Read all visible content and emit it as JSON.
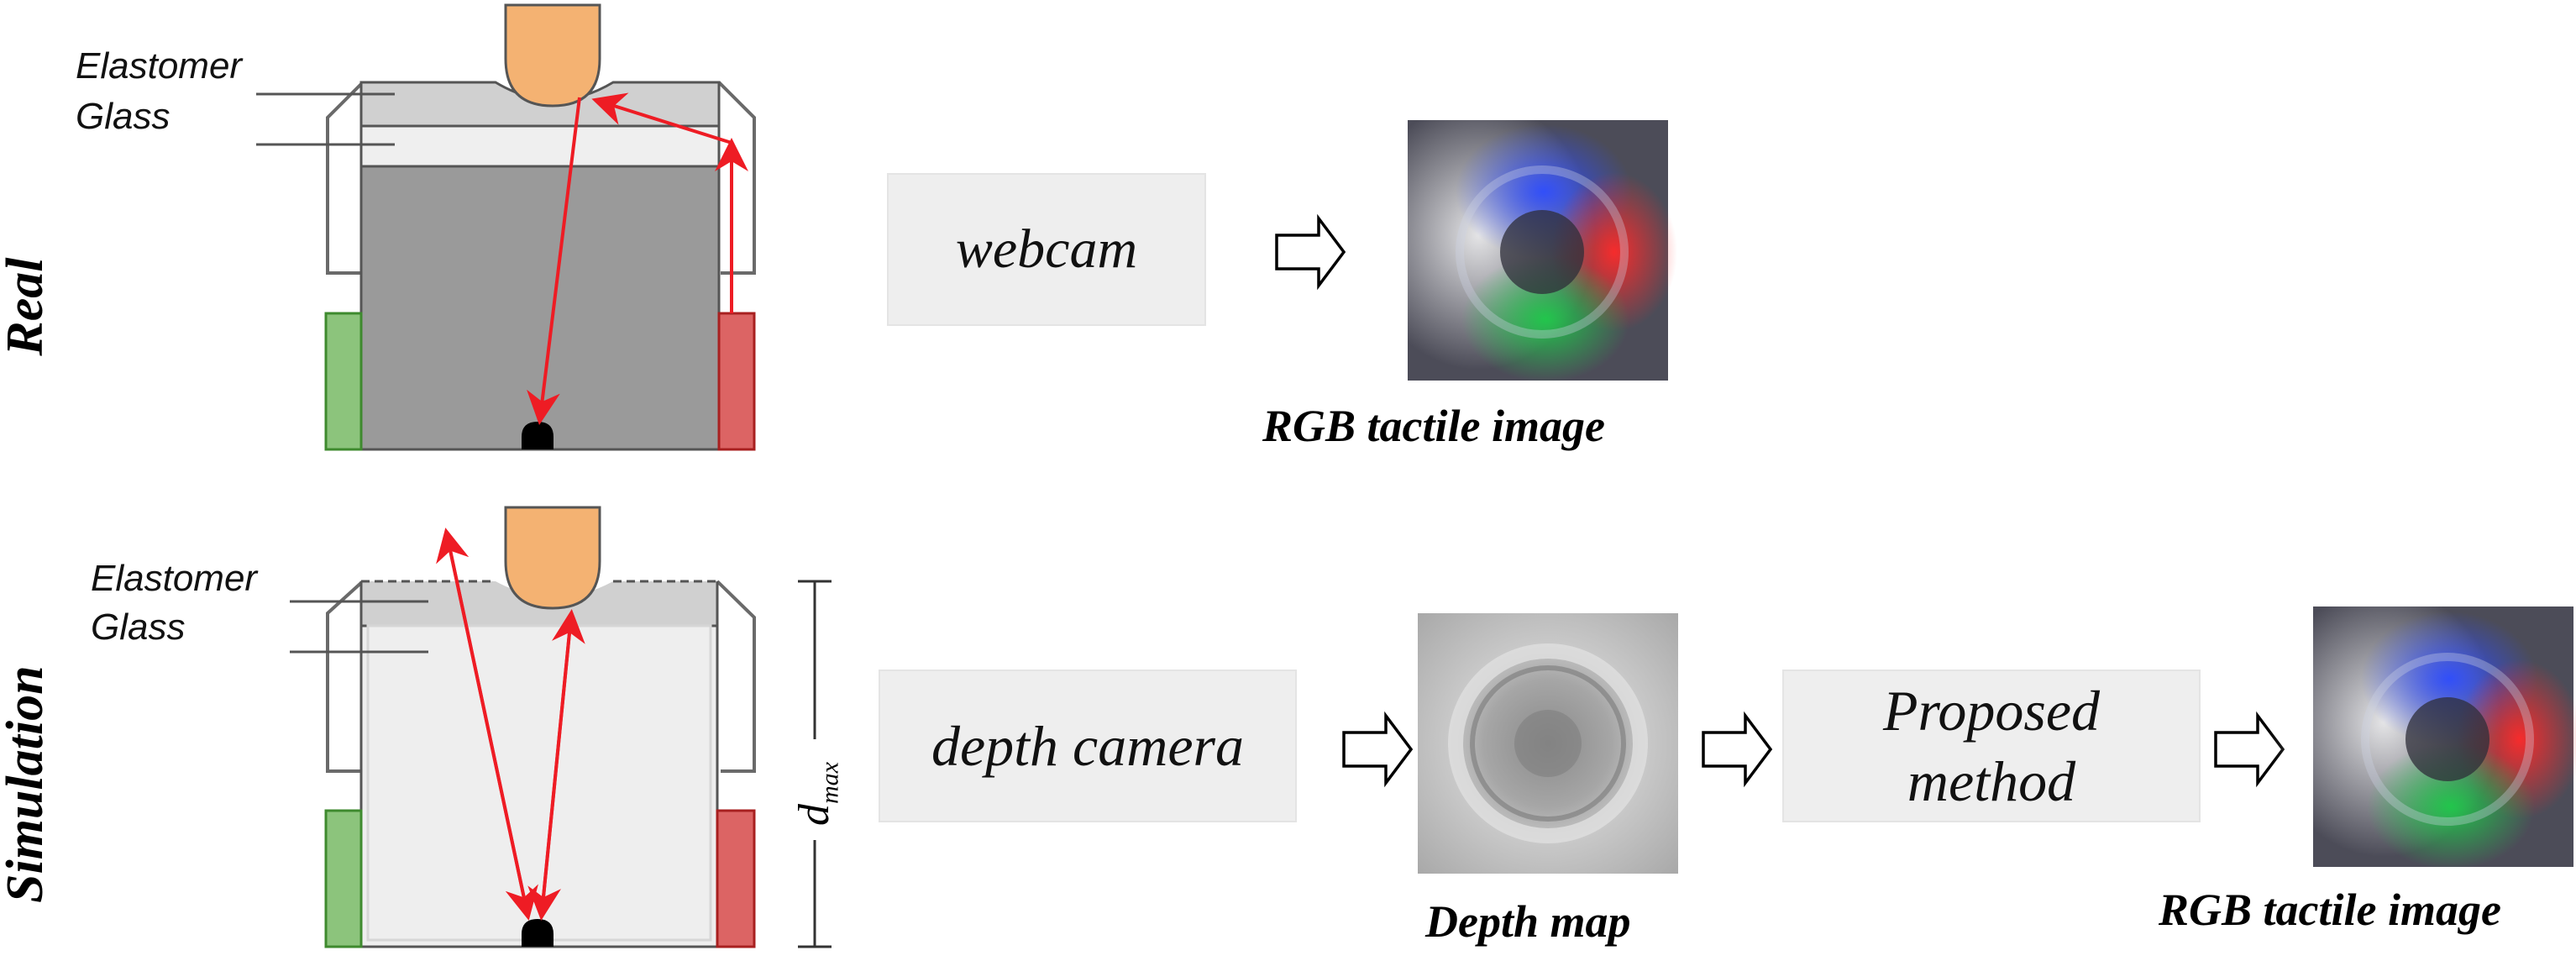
{
  "row_labels": {
    "real": "Real",
    "simulation": "Simulation"
  },
  "layer_labels": {
    "real_elastomer": "Elastomer",
    "real_glass": "Glass",
    "sim_elastomer": "Elastomer",
    "sim_glass": "Glass"
  },
  "boxes": {
    "webcam": "webcam",
    "depth_camera": "depth camera",
    "proposed_line1": "Proposed",
    "proposed_line2": "method"
  },
  "captions": {
    "real_rgb": "RGB tactile image",
    "depth_map": "Depth map",
    "sim_rgb": "RGB tactile image"
  },
  "dimension_label": {
    "base": "d",
    "sub": "max"
  },
  "colors": {
    "indenter": "#f4b272",
    "red_led": "#dc6464",
    "green_led": "#8cc47c",
    "ray": "#ee1c24",
    "real_body": "#9a9a9a",
    "sim_body": "#eeeeee",
    "elastomer": "#d0d0d0",
    "glass": "#efefef"
  },
  "icons": [
    "arrow-right-icon"
  ]
}
